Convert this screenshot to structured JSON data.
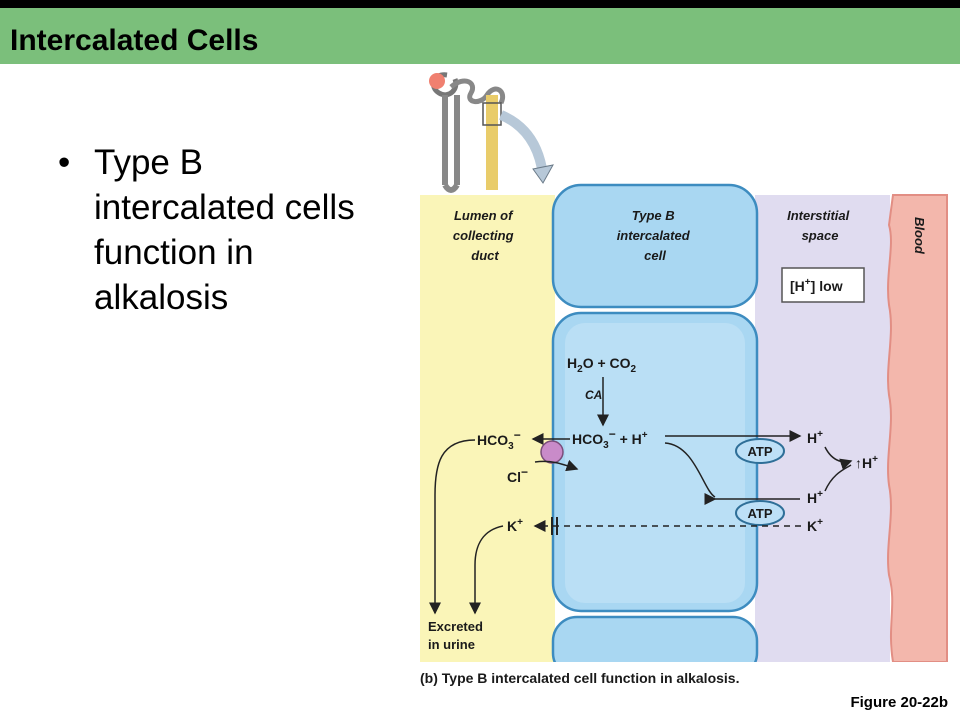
{
  "slide": {
    "title": "Intercalated Cells",
    "bullet_symbol": "•",
    "bullet_text": "Type B intercalated cells function in alkalosis",
    "figure_label": "Figure 20-22b"
  },
  "diagram": {
    "lumen_label": [
      "Lumen of",
      "collecting",
      "duct"
    ],
    "cell_label": [
      "Type B",
      "intercalated",
      "cell"
    ],
    "interstitial_label": [
      "Interstitial",
      "space"
    ],
    "blood_label": "Blood",
    "h_low_box": "low",
    "reaction_top": "O + CO",
    "enzyme": "CA",
    "atp_1": "ATP",
    "atp_2": "ATP",
    "excreted_label": [
      "Excreted",
      "in urine"
    ],
    "caption": "(b) Type B intercalated cell function in alkalosis."
  },
  "colors": {
    "title_bar": "#7bbf7b",
    "lumen": "#faf5b8",
    "cell": "#a9d7f2",
    "interstitial": "#e0dcf0",
    "blood": "#f3b7ac",
    "antiporter": "#c98bc9",
    "atp_pump": "#bde0f7"
  }
}
